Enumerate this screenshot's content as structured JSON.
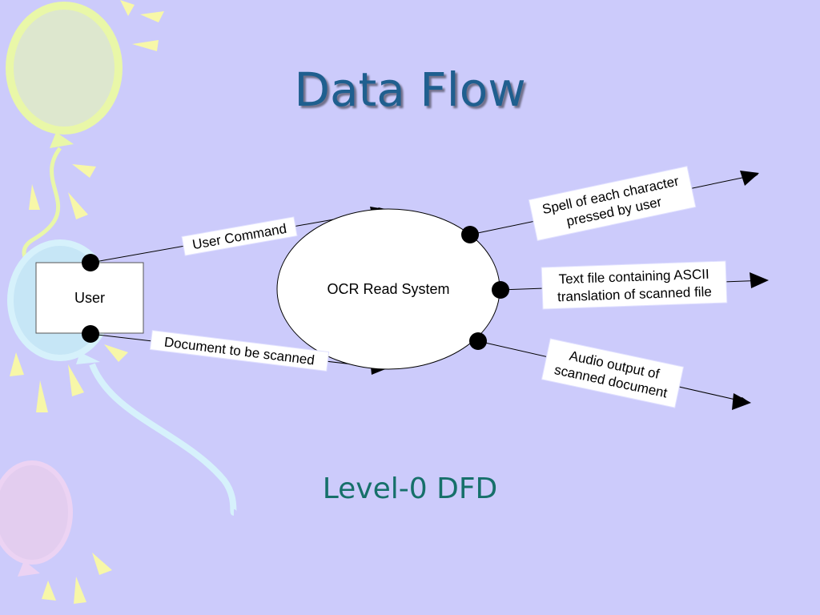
{
  "slide": {
    "title": "Data Flow",
    "subtitle": "Level-0 DFD"
  },
  "diagram": {
    "entity": "User",
    "process": "OCR Read System",
    "flows": {
      "user_command": "User Command",
      "document": "Document to be scanned",
      "spell_line1": "Spell of each character",
      "spell_line2": "pressed by user",
      "text_line1": "Text file containing ASCII",
      "text_line2": "translation of scanned file",
      "audio_line1": "Audio output of",
      "audio_line2": "scanned document"
    }
  }
}
